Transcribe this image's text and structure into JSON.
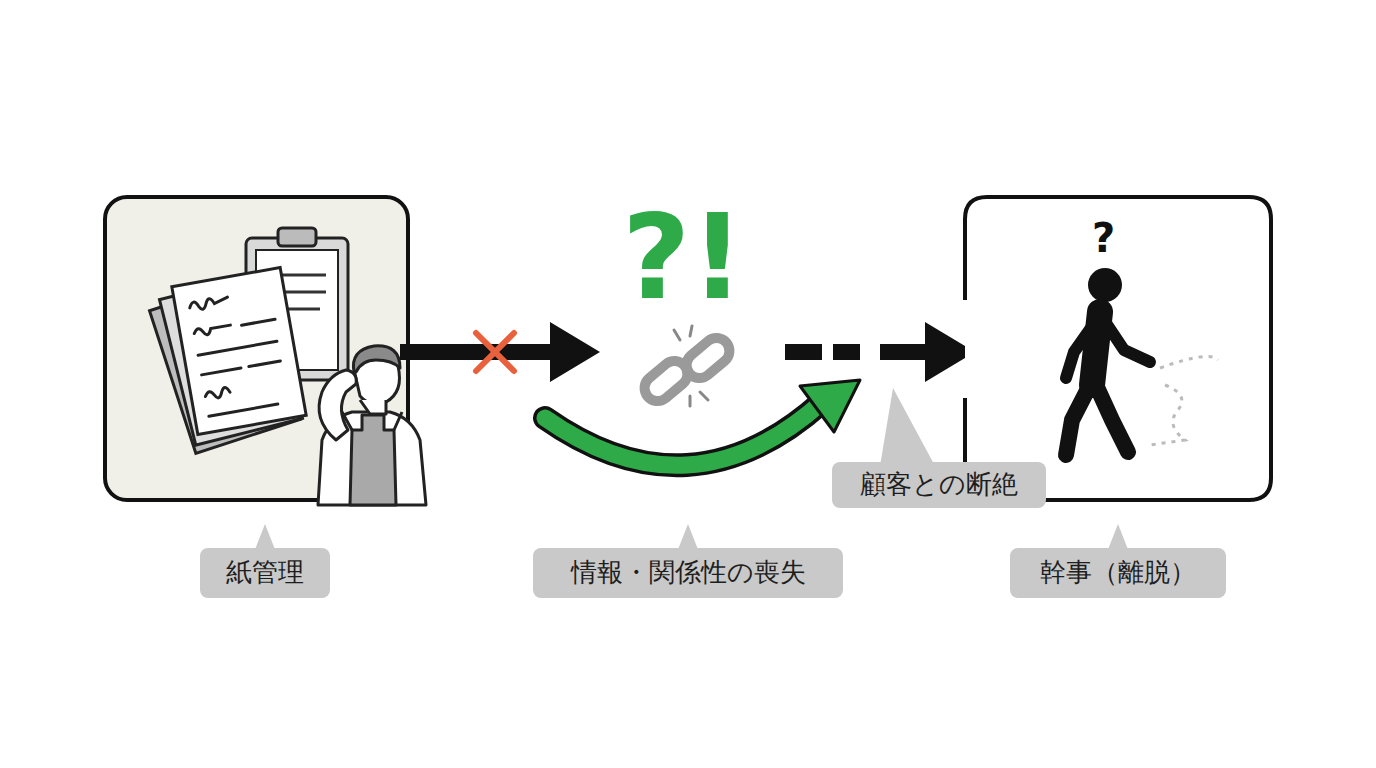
{
  "diagram": {
    "nodes": [
      {
        "text": [
          "紙管理"
        ]
      },
      {
        "text": [
          "情報・関係性の喪失"
        ]
      },
      {
        "text": [
          "顧客との断絶"
        ]
      },
      {
        "text": [
          "幹事（離脱）"
        ]
      }
    ],
    "labels": [
      "?!",
      "?"
    ]
  }
}
